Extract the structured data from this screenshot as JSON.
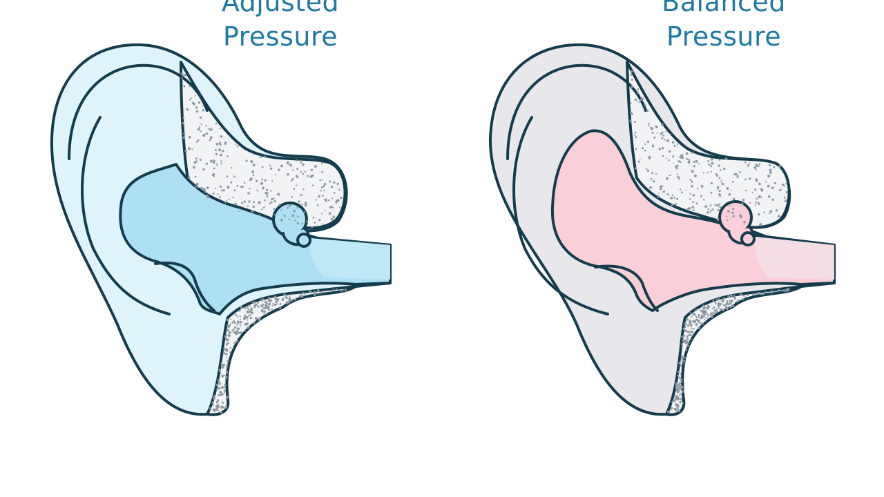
{
  "colors": {
    "outline": "#143c4c",
    "heading": "#1f7aa3",
    "left_skin": "#dff3fb",
    "left_canal": "#aee0f3",
    "left_canal_inner": "#bfe8f7",
    "right_skin": "#e7e7ec",
    "right_canal": "#fbcfd9",
    "right_canal_inner": "#f4dde5",
    "bone_fill": "#f1f3f5",
    "bone_dots": "#8e99a3"
  },
  "panels": [
    {
      "id": "left",
      "heading_top": "Adjusted",
      "heading_bottom": "Pressure"
    },
    {
      "id": "right",
      "heading_top": "Balanced",
      "heading_bottom": "Pressure"
    }
  ]
}
